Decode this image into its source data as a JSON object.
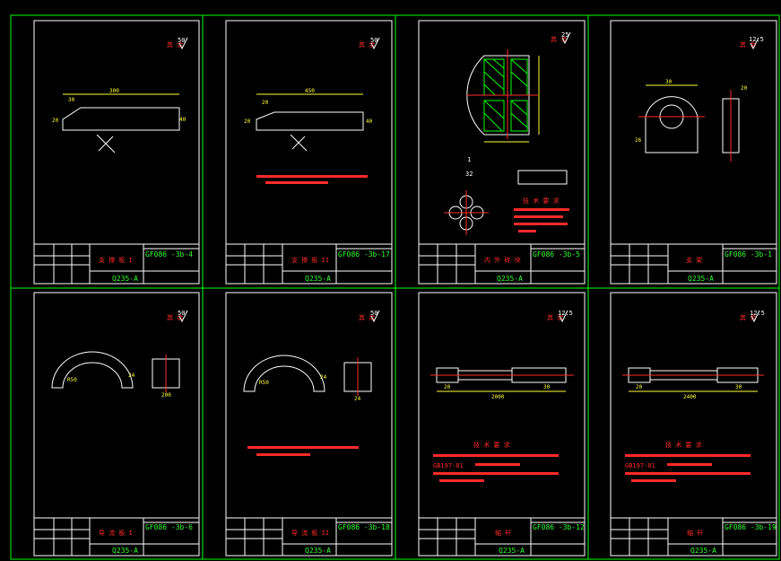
{
  "colors": {
    "frame": "#00ff00",
    "outline": "#ffffff",
    "dim": "#ffff33",
    "note": "#ff2a2a",
    "hatch": "#00ff00",
    "center": "#ff2a2a"
  },
  "sheets": [
    {
      "drawing_no": "GF086 -3b-4",
      "part": "支 撑 板 I",
      "material": "Q235-A",
      "roughness": "50",
      "rough_note": "其 余",
      "dims": [
        "300",
        "30",
        "20",
        "40"
      ]
    },
    {
      "drawing_no": "GF086 -3b-17",
      "part": "支 撑 板 II",
      "material": "Q235-A",
      "roughness": "50",
      "rough_note": "其 余",
      "dims": [
        "450",
        "20",
        "20",
        "40"
      ]
    },
    {
      "drawing_no": "GF086 -3b-5",
      "part": "内 外 砖 块",
      "material": "Q235-A",
      "roughness": "25",
      "rough_note": "其 余",
      "dims": [
        "1",
        "32"
      ]
    },
    {
      "drawing_no": "GF086 -3b-1",
      "part": "支 架",
      "material": "Q235-A",
      "roughness": "12.5",
      "rough_note": "其 余",
      "dims": [
        "30",
        "20",
        "26"
      ]
    },
    {
      "drawing_no": "GF086 -3b-6",
      "part": "导 流 板 I",
      "material": "Q235-A",
      "roughness": "50",
      "rough_note": "其 余",
      "dims": [
        "R50",
        "24",
        "200"
      ]
    },
    {
      "drawing_no": "GF086 -3b-18",
      "part": "导 流 板 II",
      "material": "Q235-A",
      "roughness": "50",
      "rough_note": "其 余",
      "dims": [
        "R50",
        "24",
        "24"
      ]
    },
    {
      "drawing_no": "GF086 -3b-12",
      "part": "轴 杆",
      "material": "Q235-A",
      "roughness": "12.5",
      "rough_note": "其 余",
      "dims": [
        "2000",
        "20",
        "30"
      ]
    },
    {
      "drawing_no": "GF086 -3b-19",
      "part": "轴 杆",
      "material": "Q235-A",
      "roughness": "12.5",
      "rough_note": "其 余",
      "dims": [
        "2400",
        "20",
        "30"
      ]
    }
  ],
  "notes": {
    "tech_title": "技 术 要 求",
    "gb_ref_a": "GB197-81",
    "gb_ref_b": "GB197-81"
  }
}
